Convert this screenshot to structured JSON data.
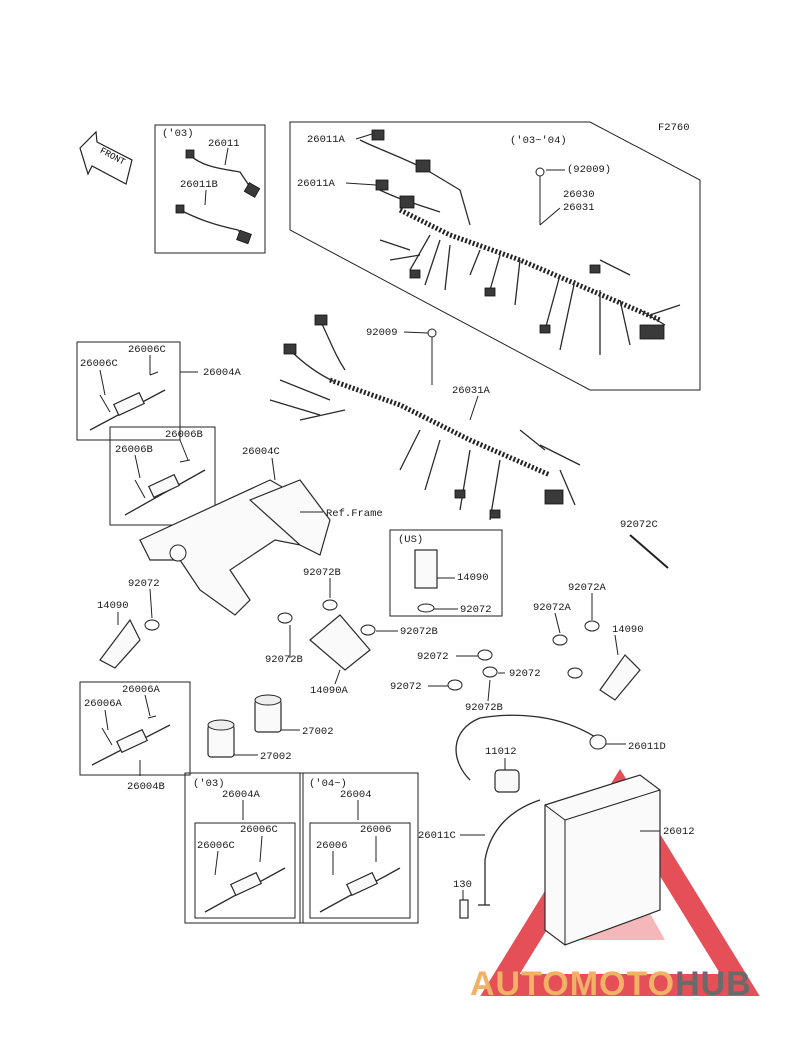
{
  "figure_code": "F2760",
  "front_label": "FRONT",
  "watermark": {
    "part1": "AUTOMOTO",
    "part2": "HUB",
    "color1": "#f2b266",
    "color2": "#6a6a6a",
    "triangle_color": "#e0303a"
  },
  "labels": {
    "l26011A_1": "26011A",
    "l26011A_2": "26011A",
    "l0304": "('03~'04)",
    "l92009p": "(92009)",
    "l26030": "26030",
    "l26031": "26031",
    "l03a": "('03)",
    "l26011": "26011",
    "l26011B": "26011B",
    "l92009": "92009",
    "l26031A": "26031A",
    "l26006C_1": "26006C",
    "l26006C_2": "26006C",
    "l26004A_1": "26004A",
    "l26006B_1": "26006B",
    "l26006B_2": "26006B",
    "l26004C": "26004C",
    "refframe": "Ref.Frame",
    "l92072C": "92072C",
    "lUS": "(US)",
    "l14090_us": "14090",
    "l92072_us": "92072",
    "l92072_1": "92072",
    "l14090_1": "14090",
    "l92072B_1": "92072B",
    "l92072B_2": "92072B",
    "l92072A_1": "92072A",
    "l92072A_2": "92072A",
    "l14090_2": "14090",
    "l92072B_3": "92072B",
    "l14090A": "14090A",
    "l92072_2": "92072",
    "l92072_3": "92072",
    "l92072_4": "92072",
    "l92072B_4": "92072B",
    "l26006A_1": "26006A",
    "l26006A_2": "26006A",
    "l26004B": "26004B",
    "l27002_1": "27002",
    "l27002_2": "27002",
    "l11012": "11012",
    "l26011D": "26011D",
    "l03b": "('03)",
    "l26004A_2": "26004A",
    "l26006C_3": "26006C",
    "l26006C_4": "26006C",
    "l04": "('04~)",
    "l26004": "26004",
    "l26006_1": "26006",
    "l26006_2": "26006",
    "l26011C": "26011C",
    "l26012": "26012",
    "l130": "130"
  }
}
